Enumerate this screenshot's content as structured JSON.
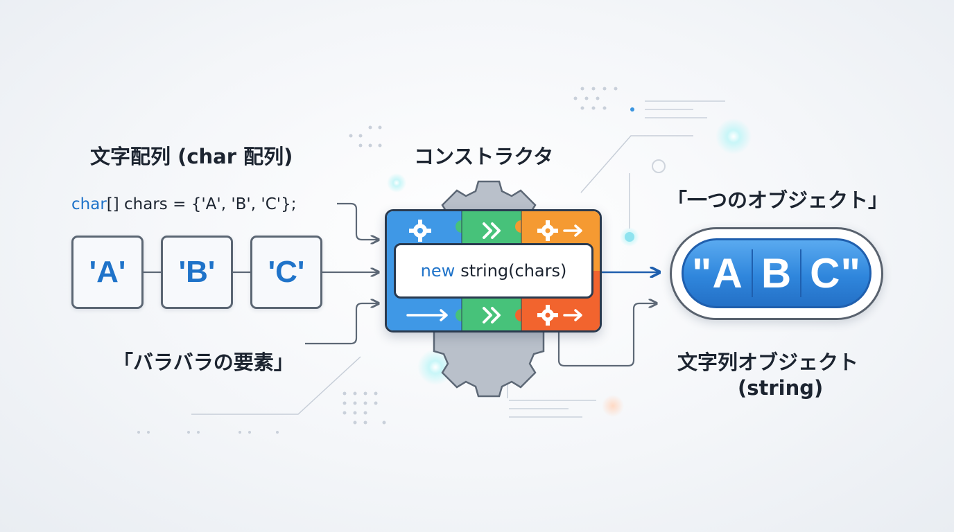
{
  "char_array_title": "文字配列 (char 配列)",
  "code": {
    "keyword": "char",
    "rest": "[] chars = {'A', 'B', 'C'};"
  },
  "char_boxes": [
    "'A'",
    "'B'",
    "'C'"
  ],
  "scatter_label": "「バラバラの要素」",
  "constructor_title": "コンストラクタ",
  "constructor_call": {
    "keyword": "new",
    "rest": "string(chars)"
  },
  "object_title": "「一つのオブジェクト」",
  "result": {
    "open": "\"A",
    "mid": "B",
    "close": "C\""
  },
  "string_object_label": "文字列オブジェクト",
  "string_type_label": "(string)",
  "icons": [
    "gear-icon",
    "double-chevron-icon",
    "arrow-right-icon"
  ],
  "colors": {
    "accent_blue": "#1f73c9",
    "green": "#47c27a",
    "orange": "#f28a2e",
    "red_orange": "#f2642e"
  }
}
